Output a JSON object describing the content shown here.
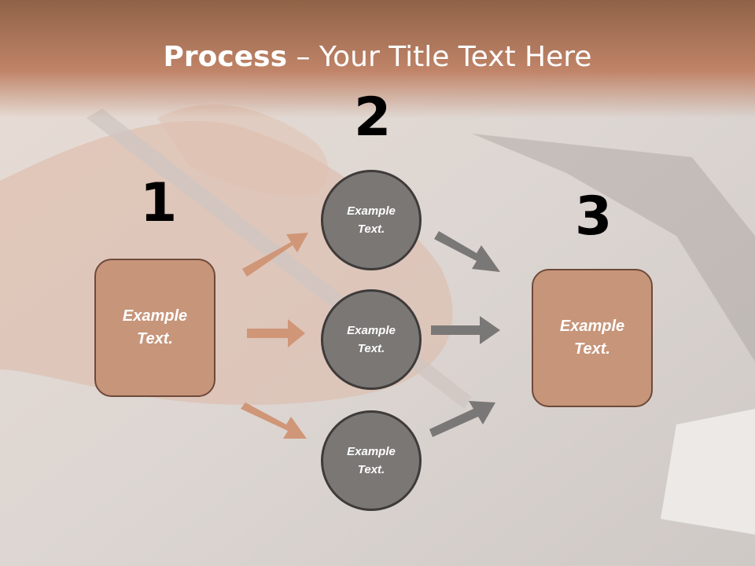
{
  "title": {
    "bold": "Process",
    "rest": " – Your Title Text Here"
  },
  "steps": [
    {
      "number": "1",
      "text": "Example\nText."
    },
    {
      "number": "2",
      "items": [
        "Example\nText.",
        "Example\nText.",
        "Example\nText."
      ]
    },
    {
      "number": "3",
      "text": "Example\nText."
    }
  ],
  "colors": {
    "header": "#b98165",
    "box_fill": "#c7957a",
    "circle_fill": "#7a7775",
    "arrow_left": "#d09678",
    "arrow_right": "#7a7876"
  }
}
